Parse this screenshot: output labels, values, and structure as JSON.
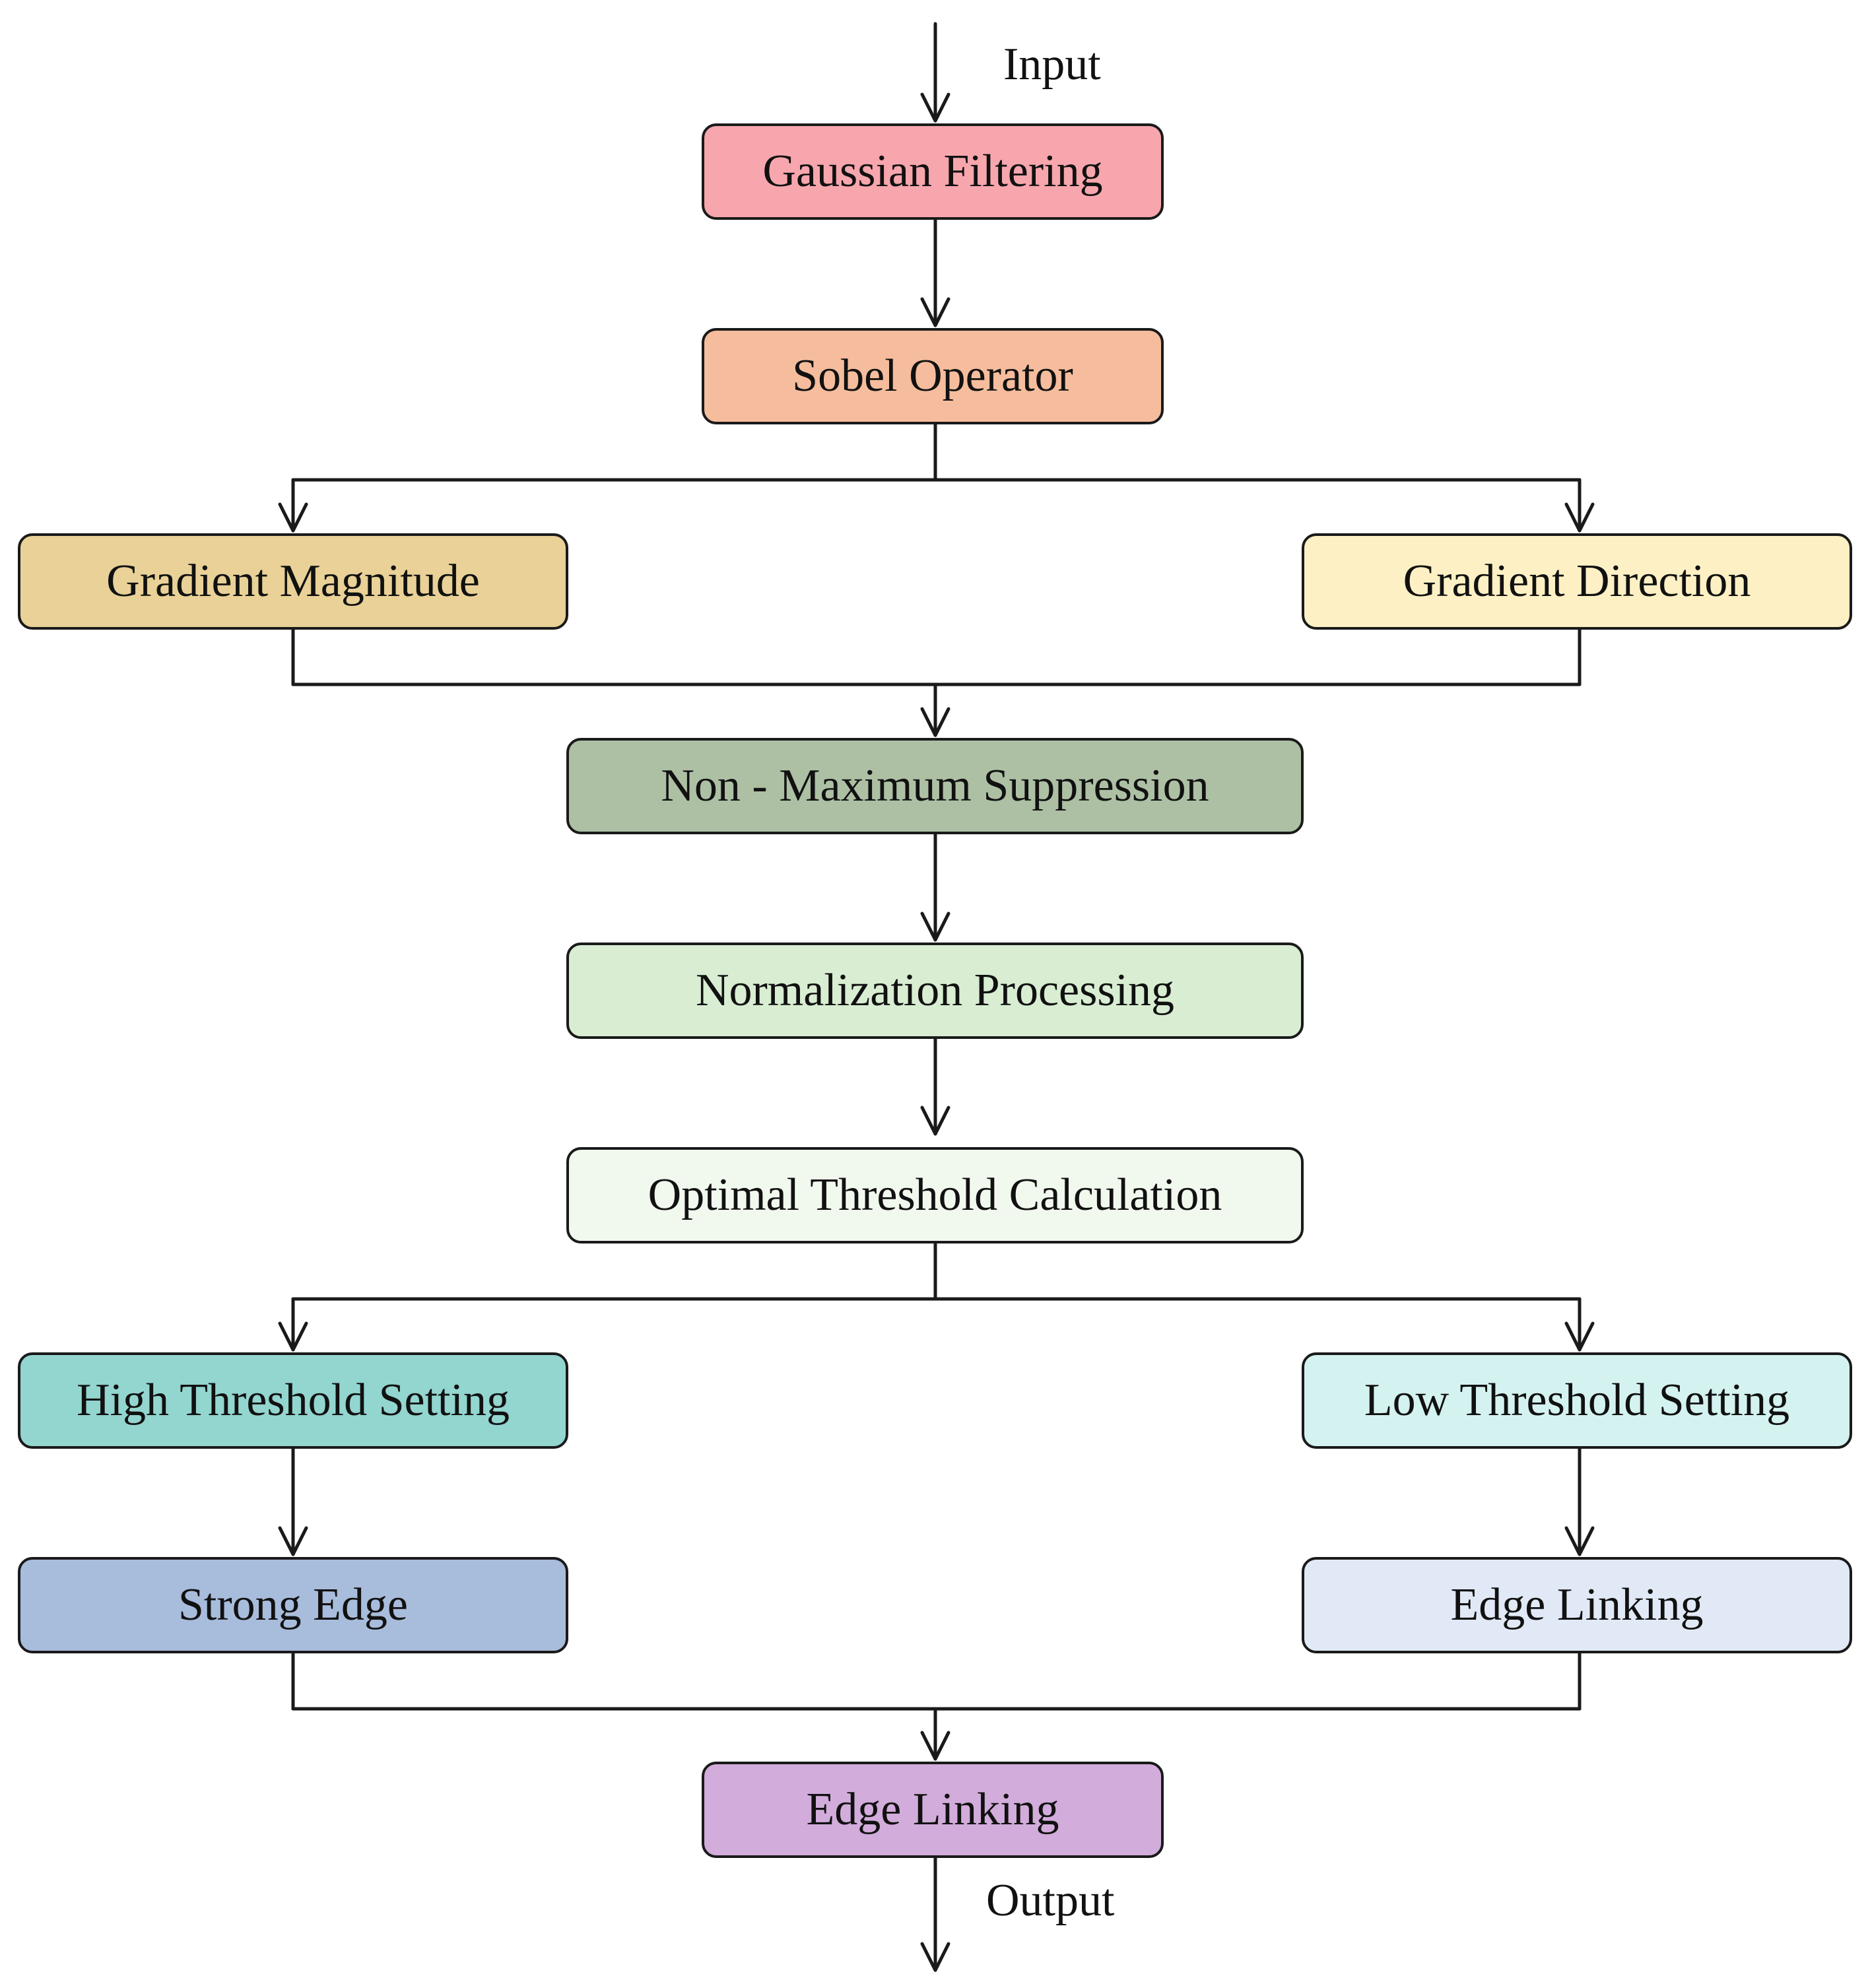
{
  "diagram": {
    "input_label": "Input",
    "output_label": "Output",
    "nodes": {
      "gaussian": {
        "label": "Gaussian Filtering",
        "color": "#f7a6ad"
      },
      "sobel": {
        "label": "Sobel Operator",
        "color": "#f5bd9d"
      },
      "grad_mag": {
        "label": "Gradient Magnitude",
        "color": "#e9d197"
      },
      "grad_dir": {
        "label": "Gradient Direction",
        "color": "#fdf0c4"
      },
      "nms": {
        "label": "Non - Maximum Suppression",
        "color": "#adc0a4"
      },
      "norm": {
        "label": "Normalization Processing",
        "color": "#d8edd2"
      },
      "optimal": {
        "label": "Optimal Threshold Calculation",
        "color": "#f1f8ee"
      },
      "high": {
        "label": "High Threshold Setting",
        "color": "#93d5cf"
      },
      "low": {
        "label": "Low Threshold Setting",
        "color": "#d4f2f0"
      },
      "strong": {
        "label": "Strong Edge",
        "color": "#a8bcdb"
      },
      "edge_link_1": {
        "label": "Edge Linking",
        "color": "#e1e9f6"
      },
      "edge_link_2": {
        "label": "Edge Linking",
        "color": "#d2acdb"
      }
    },
    "edges": [
      [
        "input",
        "gaussian"
      ],
      [
        "gaussian",
        "sobel"
      ],
      [
        "sobel",
        "grad_mag"
      ],
      [
        "sobel",
        "grad_dir"
      ],
      [
        "grad_mag",
        "nms"
      ],
      [
        "grad_dir",
        "nms"
      ],
      [
        "nms",
        "norm"
      ],
      [
        "norm",
        "optimal"
      ],
      [
        "optimal",
        "high"
      ],
      [
        "optimal",
        "low"
      ],
      [
        "high",
        "strong"
      ],
      [
        "low",
        "edge_link_1"
      ],
      [
        "strong",
        "edge_link_2"
      ],
      [
        "edge_link_1",
        "edge_link_2"
      ],
      [
        "edge_link_2",
        "output"
      ]
    ]
  }
}
